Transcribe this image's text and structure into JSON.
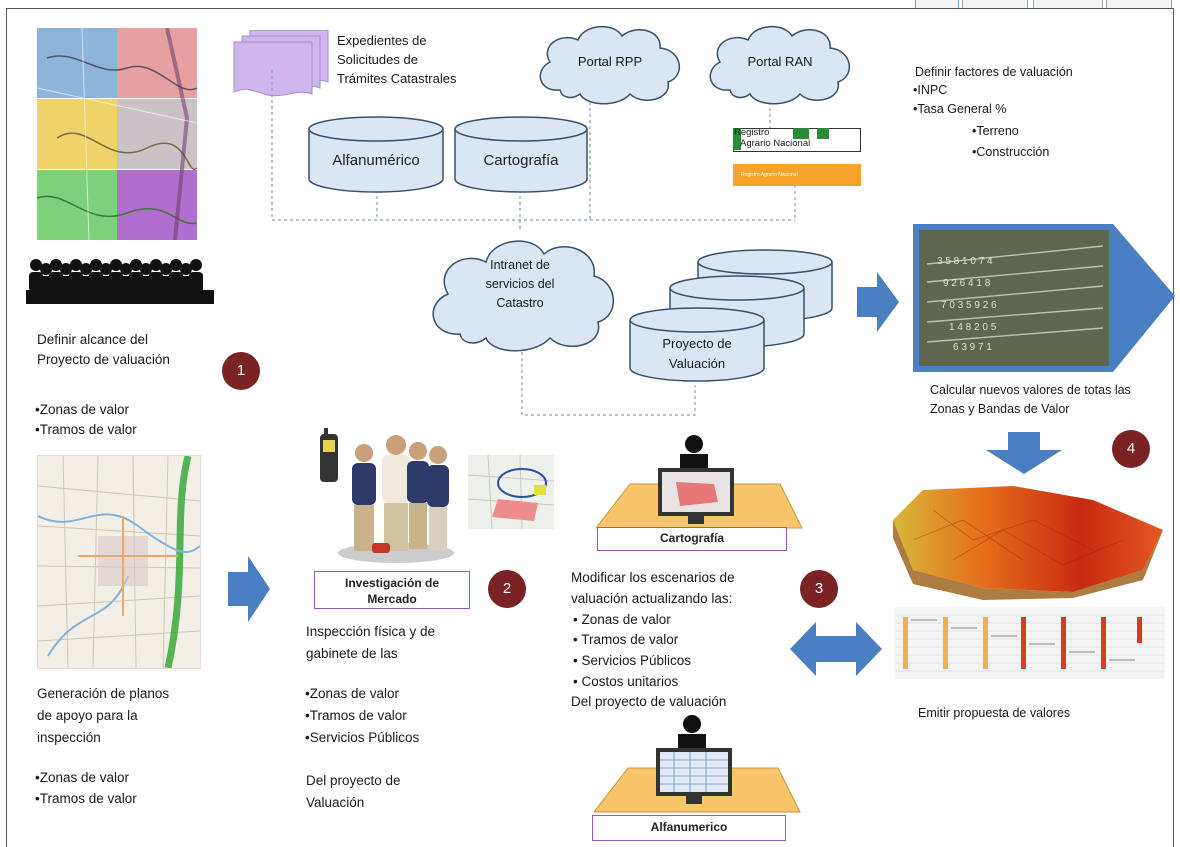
{
  "numbers": [
    "1",
    "2",
    "3",
    "4"
  ],
  "docs": {
    "label": "Expedientes de\nSolicitudes de\nTrámites Catastrales"
  },
  "cylinders": {
    "alfa": "Alfanumérico",
    "carto": "Cartografía",
    "proyecto": "Proyecto de\nValuación"
  },
  "clouds": {
    "rpp": "Portal RPP",
    "ran": "Portal RAN",
    "intranet": "Intranet de\nservicios del\nCatastro"
  },
  "ran_logo": {
    "line1": "Registro",
    "line2": "Agrario Nacional",
    "bar": "Registro Agrario Nacional"
  },
  "factors": {
    "title": "Definir factores de valuación",
    "items": [
      "•INPC",
      "•Tasa General %"
    ],
    "subitems": [
      "•Terreno",
      "•Construcción"
    ]
  },
  "step1": {
    "title": "Definir alcance del\nProyecto de valuación",
    "items": [
      "•Zonas de valor",
      "•Tramos de valor"
    ]
  },
  "planos": {
    "title": "Generación de planos\nde apoyo para la\ninspección",
    "items": [
      "•Zonas de valor",
      "•Tramos de valor"
    ]
  },
  "step2": {
    "box": "Investigación de\nMercado",
    "title": "Inspección física y de\ngabinete de las",
    "items": [
      "•Zonas de valor",
      "•Tramos de valor",
      "•Servicios Públicos"
    ],
    "footer": "Del proyecto de\nValuación"
  },
  "step3": {
    "carto_box": "Cartografía",
    "title": "Modificar  los escenarios de\nvaluación actualizando las:",
    "items": [
      "• Zonas de valor",
      "• Tramos de valor",
      "• Servicios Públicos",
      "• Costos unitarios"
    ],
    "footer": "Del proyecto de valuación",
    "alfa_box": "Alfanumerico"
  },
  "step4": {
    "calc": "Calcular nuevos valores de totas las\nZonas y Bandas de Valor",
    "emit": "Emitir propuesta de valores"
  },
  "colors": {
    "number_circle": "#7a2224",
    "arrow_blue": "#4a7fc1",
    "cloud_fill": "#dbe6f4",
    "cylinder_fill": "#dbe6f4",
    "outline_navy": "#34506e",
    "purple_box": "#9b59b6",
    "desk_orange": "#f9c56a"
  }
}
